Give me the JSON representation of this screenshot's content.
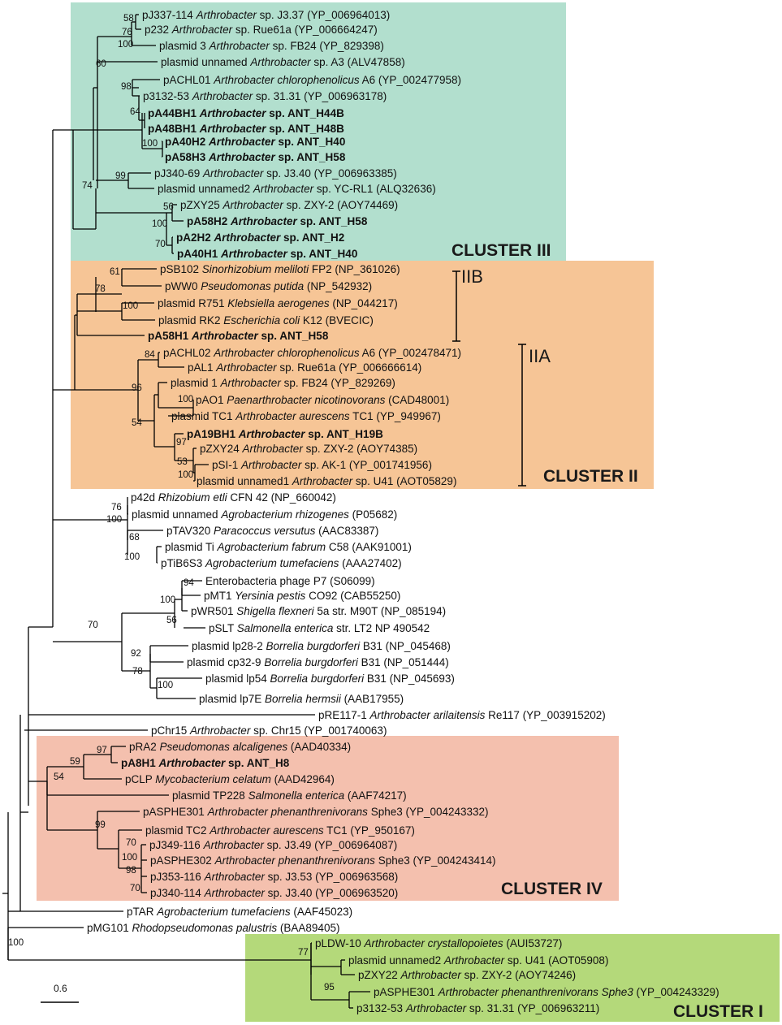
{
  "clusters": [
    {
      "id": "III",
      "label": "CLUSTER III",
      "color": "#b2dfce"
    },
    {
      "id": "II",
      "label": "CLUSTER II",
      "color": "#f6c596"
    },
    {
      "id": "IV",
      "label": "CLUSTER IV",
      "color": "#f4c0ae"
    },
    {
      "id": "I",
      "label": "CLUSTER I",
      "color": "#b4d97a"
    }
  ],
  "subclusters": [
    {
      "id": "IIB",
      "label": "IIB"
    },
    {
      "id": "IIA",
      "label": "IIA"
    }
  ],
  "scale_bar": {
    "label": "0.6"
  },
  "tips": [
    {
      "id": "t1",
      "bold": false,
      "parts": [
        [
          "pJ337-114 ",
          ""
        ],
        [
          "Arthrobacter",
          "i"
        ],
        [
          " sp. J3.37 (YP_006964013)",
          ""
        ]
      ]
    },
    {
      "id": "t2",
      "bold": false,
      "parts": [
        [
          "p232 ",
          ""
        ],
        [
          "Arthrobacter",
          "i"
        ],
        [
          " sp. Rue61a (YP_006664247)",
          ""
        ]
      ]
    },
    {
      "id": "t3",
      "bold": false,
      "parts": [
        [
          "plasmid 3 ",
          ""
        ],
        [
          "Arthrobacter",
          "i"
        ],
        [
          " sp. FB24 (YP_829398)",
          ""
        ]
      ]
    },
    {
      "id": "t4",
      "bold": false,
      "parts": [
        [
          "plasmid unnamed ",
          ""
        ],
        [
          "Arthrobacter",
          "i"
        ],
        [
          " sp. A3 (ALV47858)",
          ""
        ]
      ]
    },
    {
      "id": "t5",
      "bold": false,
      "parts": [
        [
          "pACHL01 ",
          ""
        ],
        [
          "Arthrobacter chlorophenolicus",
          "i"
        ],
        [
          " A6 (YP_002477958)",
          ""
        ]
      ]
    },
    {
      "id": "t6",
      "bold": false,
      "parts": [
        [
          "p3132-53 ",
          ""
        ],
        [
          "Arthrobacter",
          "i"
        ],
        [
          " sp. 31.31 (YP_006963178)",
          ""
        ]
      ]
    },
    {
      "id": "t7",
      "bold": true,
      "parts": [
        [
          "pA44BH1 ",
          ""
        ],
        [
          "Arthrobacter",
          "i"
        ],
        [
          " sp. ANT_H44B",
          ""
        ]
      ]
    },
    {
      "id": "t8",
      "bold": true,
      "parts": [
        [
          "pA48BH1 ",
          ""
        ],
        [
          "Arthrobacter",
          "i"
        ],
        [
          " sp. ANT_H48B",
          ""
        ]
      ]
    },
    {
      "id": "t9",
      "bold": true,
      "parts": [
        [
          "pA40H2 ",
          ""
        ],
        [
          "Arthrobacter",
          "i"
        ],
        [
          " sp. ANT_H40",
          ""
        ]
      ]
    },
    {
      "id": "t10",
      "bold": true,
      "parts": [
        [
          "pA58H3 ",
          ""
        ],
        [
          "Arthrobacter",
          "i"
        ],
        [
          " sp. ANT_H58",
          ""
        ]
      ]
    },
    {
      "id": "t11",
      "bold": false,
      "parts": [
        [
          "pJ340-69 ",
          ""
        ],
        [
          "Arthrobacter",
          "i"
        ],
        [
          " sp. J3.40 (YP_006963385)",
          ""
        ]
      ]
    },
    {
      "id": "t12",
      "bold": false,
      "parts": [
        [
          "plasmid unnamed2 ",
          ""
        ],
        [
          "Arthrobacter",
          "i"
        ],
        [
          " sp. YC-RL1 (ALQ32636)",
          ""
        ]
      ]
    },
    {
      "id": "t13",
      "bold": false,
      "parts": [
        [
          "pZXY25 ",
          ""
        ],
        [
          "Arthrobacter",
          "i"
        ],
        [
          " sp. ZXY-2 (AOY74469)",
          ""
        ]
      ]
    },
    {
      "id": "t14",
      "bold": true,
      "parts": [
        [
          "pA58H2 ",
          ""
        ],
        [
          "Arthrobacter",
          "i"
        ],
        [
          " sp. ANT_H58",
          ""
        ]
      ]
    },
    {
      "id": "t15",
      "bold": true,
      "parts": [
        [
          "pA2H2 ",
          ""
        ],
        [
          "Arthrobacter",
          "i"
        ],
        [
          " sp. ANT_H2",
          ""
        ]
      ]
    },
    {
      "id": "t16",
      "bold": true,
      "parts": [
        [
          "pA40H1 ",
          ""
        ],
        [
          "Arthrobacter",
          "i"
        ],
        [
          " sp. ANT_H40",
          ""
        ]
      ]
    },
    {
      "id": "t17",
      "bold": false,
      "parts": [
        [
          "pSB102 ",
          ""
        ],
        [
          "Sinorhizobium meliloti",
          "i"
        ],
        [
          " FP2 (NP_361026)",
          ""
        ]
      ]
    },
    {
      "id": "t18",
      "bold": false,
      "parts": [
        [
          "pWW0 ",
          ""
        ],
        [
          "Pseudomonas putida",
          "i"
        ],
        [
          " (NP_542932)",
          ""
        ]
      ]
    },
    {
      "id": "t19",
      "bold": false,
      "parts": [
        [
          "plasmid R751 ",
          ""
        ],
        [
          "Klebsiella aerogenes",
          "i"
        ],
        [
          " (NP_044217)",
          ""
        ]
      ]
    },
    {
      "id": "t20",
      "bold": false,
      "parts": [
        [
          "plasmid RK2 ",
          ""
        ],
        [
          "Escherichia coli",
          "i"
        ],
        [
          " K12 (BVECIC)",
          ""
        ]
      ]
    },
    {
      "id": "t21",
      "bold": true,
      "parts": [
        [
          "pA58H1 ",
          ""
        ],
        [
          "Arthrobacter",
          "i"
        ],
        [
          " sp. ANT_H58",
          ""
        ]
      ]
    },
    {
      "id": "t22",
      "bold": false,
      "parts": [
        [
          "pACHL02 ",
          ""
        ],
        [
          "Arthrobacter chlorophenolicus",
          "i"
        ],
        [
          " A6 (YP_002478471)",
          ""
        ]
      ]
    },
    {
      "id": "t23",
      "bold": false,
      "parts": [
        [
          "pAL1 ",
          ""
        ],
        [
          "Arthrobacter",
          "i"
        ],
        [
          " sp. Rue61a (YP_006666614)",
          ""
        ]
      ]
    },
    {
      "id": "t24",
      "bold": false,
      "parts": [
        [
          "plasmid 1 ",
          ""
        ],
        [
          "Arthrobacter",
          "i"
        ],
        [
          " sp. FB24 (YP_829269)",
          ""
        ]
      ]
    },
    {
      "id": "t25",
      "bold": false,
      "parts": [
        [
          "pAO1 ",
          ""
        ],
        [
          "Paenarthrobacter nicotinovorans",
          "i"
        ],
        [
          " (CAD48001)",
          ""
        ]
      ]
    },
    {
      "id": "t26",
      "bold": false,
      "parts": [
        [
          "plasmid TC1 ",
          ""
        ],
        [
          "Arthrobacter aurescens",
          "i"
        ],
        [
          " TC1 (YP_949967)",
          ""
        ]
      ]
    },
    {
      "id": "t27",
      "bold": true,
      "parts": [
        [
          "pA19BH1 ",
          ""
        ],
        [
          "Arthrobacter",
          "i"
        ],
        [
          " sp. ANT_H19B",
          ""
        ]
      ]
    },
    {
      "id": "t28",
      "bold": false,
      "parts": [
        [
          "pZXY24 ",
          ""
        ],
        [
          "Arthrobacter",
          "i"
        ],
        [
          " sp. ZXY-2 (AOY74385)",
          ""
        ]
      ]
    },
    {
      "id": "t29",
      "bold": false,
      "parts": [
        [
          "pSI-1 ",
          ""
        ],
        [
          "Arthrobacter",
          "i"
        ],
        [
          " sp. AK-1 (YP_001741956)",
          ""
        ]
      ]
    },
    {
      "id": "t30",
      "bold": false,
      "parts": [
        [
          "plasmid unnamed1 ",
          ""
        ],
        [
          "Arthrobacter",
          "i"
        ],
        [
          " sp. U41 (AOT05829)",
          ""
        ]
      ]
    },
    {
      "id": "t31",
      "bold": false,
      "parts": [
        [
          "p42d ",
          ""
        ],
        [
          "Rhizobium etli",
          "i"
        ],
        [
          " CFN 42 (NP_660042)",
          ""
        ]
      ]
    },
    {
      "id": "t32",
      "bold": false,
      "parts": [
        [
          "plasmid unnamed ",
          ""
        ],
        [
          "Agrobacterium rhizogenes",
          "i"
        ],
        [
          " (P05682)",
          ""
        ]
      ]
    },
    {
      "id": "t33",
      "bold": false,
      "parts": [
        [
          "pTAV320 ",
          ""
        ],
        [
          "Paracoccus versutus",
          "i"
        ],
        [
          " (AAC83387)",
          ""
        ]
      ]
    },
    {
      "id": "t34",
      "bold": false,
      "parts": [
        [
          "plasmid Ti ",
          ""
        ],
        [
          "Agrobacterium fabrum",
          "i"
        ],
        [
          " C58 (AAK91001)",
          ""
        ]
      ]
    },
    {
      "id": "t35",
      "bold": false,
      "parts": [
        [
          "pTiB6S3 ",
          ""
        ],
        [
          "Agrobacterium tumefaciens",
          "i"
        ],
        [
          " (AAA27402)",
          ""
        ]
      ]
    },
    {
      "id": "t36",
      "bold": false,
      "parts": [
        [
          "Enterobacteria phage P7 (S06099)",
          ""
        ]
      ]
    },
    {
      "id": "t37",
      "bold": false,
      "parts": [
        [
          "pMT1 ",
          ""
        ],
        [
          "Yersinia pestis",
          "i"
        ],
        [
          " CO92 (CAB55250)",
          ""
        ]
      ]
    },
    {
      "id": "t38",
      "bold": false,
      "parts": [
        [
          "pWR501 ",
          ""
        ],
        [
          "Shigella flexneri",
          "i"
        ],
        [
          " 5a str. M90T (NP_085194)",
          ""
        ]
      ]
    },
    {
      "id": "t39",
      "bold": false,
      "parts": [
        [
          "pSLT ",
          ""
        ],
        [
          "Salmonella enterica",
          "i"
        ],
        [
          " str. LT2 NP 490542",
          ""
        ]
      ]
    },
    {
      "id": "t40",
      "bold": false,
      "parts": [
        [
          "plasmid lp28-2 ",
          ""
        ],
        [
          "Borrelia burgdorferi",
          "i"
        ],
        [
          " B31 (NP_045468)",
          ""
        ]
      ]
    },
    {
      "id": "t41",
      "bold": false,
      "parts": [
        [
          "plasmid cp32-9 ",
          ""
        ],
        [
          "Borrelia burgdorferi",
          "i"
        ],
        [
          " B31 (NP_051444)",
          ""
        ]
      ]
    },
    {
      "id": "t42",
      "bold": false,
      "parts": [
        [
          "plasmid lp54 ",
          ""
        ],
        [
          "Borrelia burgdorferi",
          "i"
        ],
        [
          " B31 (NP_045693)",
          ""
        ]
      ]
    },
    {
      "id": "t43",
      "bold": false,
      "parts": [
        [
          "plasmid lp7E ",
          ""
        ],
        [
          "Borrelia hermsii",
          "i"
        ],
        [
          " (AAB17955)",
          ""
        ]
      ]
    },
    {
      "id": "t44",
      "bold": false,
      "parts": [
        [
          "pRE117-1 ",
          ""
        ],
        [
          "Arthrobacter arilaitensis",
          "i"
        ],
        [
          " Re117 (YP_003915202)",
          ""
        ]
      ]
    },
    {
      "id": "t45",
      "bold": false,
      "parts": [
        [
          "pChr15 ",
          ""
        ],
        [
          "Arthrobacter",
          "i"
        ],
        [
          " sp. Chr15 (YP_001740063)",
          ""
        ]
      ]
    },
    {
      "id": "t46",
      "bold": false,
      "parts": [
        [
          "pRA2 ",
          ""
        ],
        [
          "Pseudomonas alcaligenes",
          "i"
        ],
        [
          " (AAD40334)",
          ""
        ]
      ]
    },
    {
      "id": "t47",
      "bold": true,
      "parts": [
        [
          "pA8H1 ",
          ""
        ],
        [
          "Arthrobacter",
          "i"
        ],
        [
          " sp. ANT_H8",
          ""
        ]
      ]
    },
    {
      "id": "t48",
      "bold": false,
      "parts": [
        [
          "pCLP ",
          ""
        ],
        [
          "Mycobacterium celatum",
          "i"
        ],
        [
          " (AAD42964)",
          ""
        ]
      ]
    },
    {
      "id": "t49",
      "bold": false,
      "parts": [
        [
          "plasmid TP228 ",
          ""
        ],
        [
          "Salmonella enterica",
          "i"
        ],
        [
          " (AAF74217)",
          ""
        ]
      ]
    },
    {
      "id": "t50",
      "bold": false,
      "parts": [
        [
          "pASPHE301 ",
          ""
        ],
        [
          "Arthrobacter phenanthrenivorans",
          "i"
        ],
        [
          " Sphe3 (YP_004243332)",
          ""
        ]
      ]
    },
    {
      "id": "t51",
      "bold": false,
      "parts": [
        [
          "plasmid TC2 ",
          ""
        ],
        [
          "Arthrobacter aurescens",
          "i"
        ],
        [
          " TC1 (YP_950167)",
          ""
        ]
      ]
    },
    {
      "id": "t52",
      "bold": false,
      "parts": [
        [
          "pJ349-116 ",
          ""
        ],
        [
          "Arthrobacter",
          "i"
        ],
        [
          " sp. J3.49 (YP_006964087)",
          ""
        ]
      ]
    },
    {
      "id": "t53",
      "bold": false,
      "parts": [
        [
          "pASPHE302 ",
          ""
        ],
        [
          "Arthrobacter phenanthrenivorans",
          "i"
        ],
        [
          " Sphe3 (YP_004243414)",
          ""
        ]
      ]
    },
    {
      "id": "t54",
      "bold": false,
      "parts": [
        [
          "pJ353-116 ",
          ""
        ],
        [
          "Arthrobacter",
          "i"
        ],
        [
          " sp. J3.53 (YP_006963568)",
          ""
        ]
      ]
    },
    {
      "id": "t55",
      "bold": false,
      "parts": [
        [
          "pJ340-114 ",
          ""
        ],
        [
          "Arthrobacter",
          "i"
        ],
        [
          " sp. J3.40 (YP_006963520)",
          ""
        ]
      ]
    },
    {
      "id": "t56",
      "bold": false,
      "parts": [
        [
          "pTAR ",
          ""
        ],
        [
          "Agrobacterium tumefaciens",
          "i"
        ],
        [
          " (AAF45023)",
          ""
        ]
      ]
    },
    {
      "id": "t57",
      "bold": false,
      "parts": [
        [
          "pMG101 ",
          ""
        ],
        [
          "Rhodopseudomonas palustris",
          "i"
        ],
        [
          " (BAA89405)",
          ""
        ]
      ]
    },
    {
      "id": "t58",
      "bold": false,
      "parts": [
        [
          "pLDW-10 ",
          ""
        ],
        [
          "Arthrobacter crystallopoietes",
          "i"
        ],
        [
          " (AUI53727)",
          ""
        ]
      ]
    },
    {
      "id": "t59",
      "bold": false,
      "parts": [
        [
          "plasmid unnamed2 ",
          ""
        ],
        [
          "Arthrobacter",
          "i"
        ],
        [
          " sp. U41 (AOT05908)",
          ""
        ]
      ]
    },
    {
      "id": "t60",
      "bold": false,
      "parts": [
        [
          "pZXY22 ",
          ""
        ],
        [
          "Arthrobacter",
          "i"
        ],
        [
          " sp. ZXY-2 (AOY74246)",
          ""
        ]
      ]
    },
    {
      "id": "t61",
      "bold": false,
      "parts": [
        [
          "pASPHE301 ",
          ""
        ],
        [
          "Arthrobacter phenanthrenivorans Sphe3",
          "i"
        ],
        [
          " (YP_004243329)",
          ""
        ]
      ]
    },
    {
      "id": "t62",
      "bold": false,
      "parts": [
        [
          "p3132-53 ",
          ""
        ],
        [
          "Arthrobacter",
          "i"
        ],
        [
          " sp. 31.31 (YP_006963211)",
          ""
        ]
      ]
    }
  ],
  "supports": {
    "s1": "58",
    "s2": "76",
    "s3": "100",
    "s4": "60",
    "s5": "98",
    "s6": "64",
    "s7": "100",
    "s8": "74",
    "s9": "99",
    "s10": "56",
    "s11": "100",
    "s12": "70",
    "s13": "61",
    "s14": "78",
    "s15": "100",
    "s16": "84",
    "s17": "96",
    "s18": "100",
    "s19": "54",
    "s20": "97",
    "s21": "53",
    "s22": "100",
    "s23": "76",
    "s24": "100",
    "s25": "68",
    "s26": "100",
    "s27": "94",
    "s28": "100",
    "s29": "56",
    "s30": "70",
    "s31": "92",
    "s32": "78",
    "s33": "100",
    "s34": "97",
    "s35": "59",
    "s36": "54",
    "s37": "99",
    "s38": "70",
    "s39": "100",
    "s40": "98",
    "s41": "70",
    "s42": "100",
    "s43": "77",
    "s44": "95"
  }
}
